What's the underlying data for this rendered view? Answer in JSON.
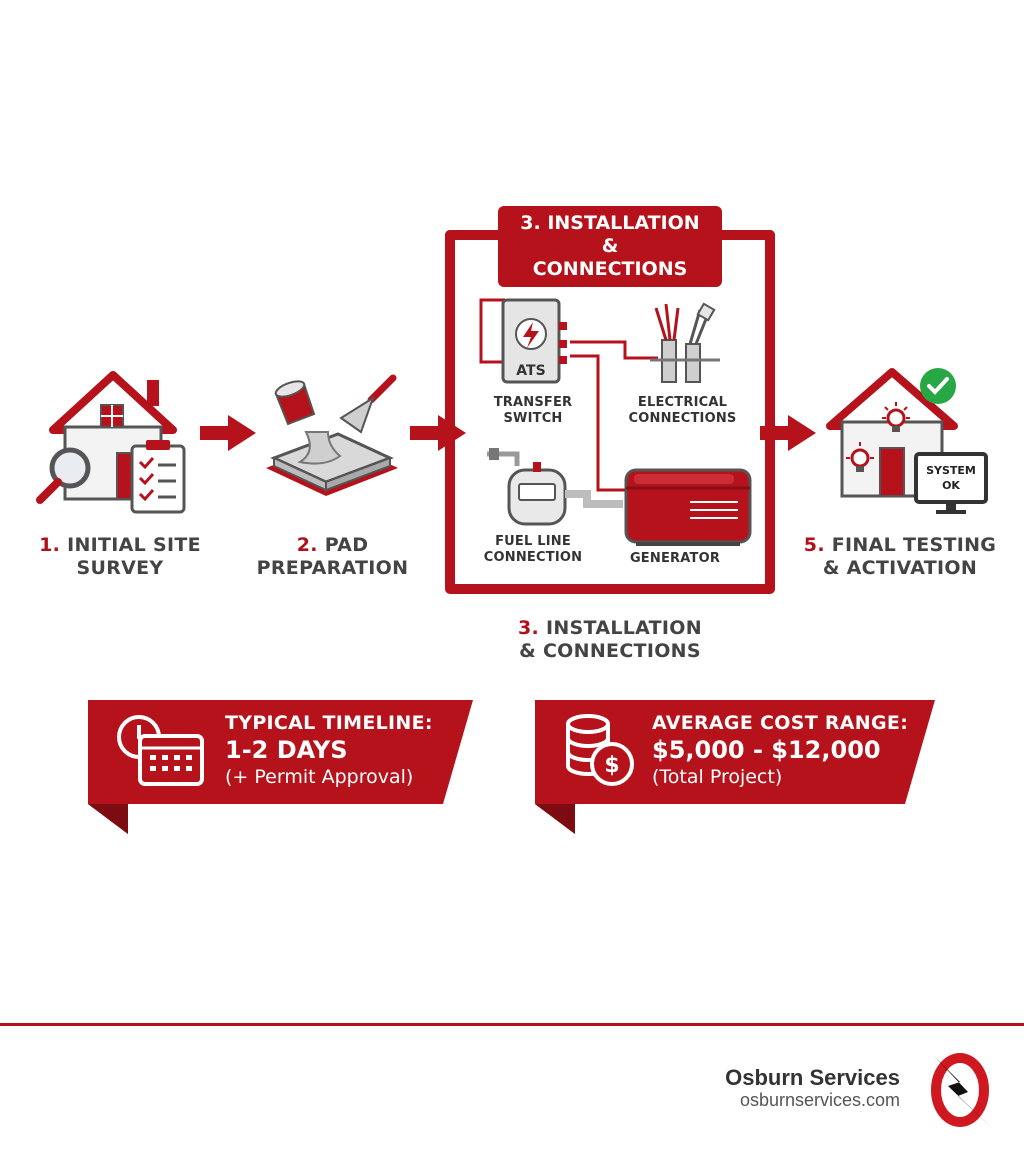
{
  "steps": [
    {
      "num": "1.",
      "line1": "INITIAL SITE",
      "line2": "SURVEY"
    },
    {
      "num": "2.",
      "line1": "PAD",
      "line2": "PREPARATION"
    },
    {
      "num": "3.",
      "line1": "INSTALLATION",
      "line2": "& CONNECTIONS"
    },
    {
      "num": "5.",
      "line1": "FINAL TESTING",
      "line2": "& ACTIVATION"
    }
  ],
  "installation_box": {
    "title_line1": "3. INSTALLATION &",
    "title_line2": "CONNECTIONS",
    "ats_label": "ATS",
    "transfer_switch": {
      "line1": "TRANSFER",
      "line2": "SWITCH"
    },
    "electrical": {
      "line1": "ELECTRICAL",
      "line2": "CONNECTIONS"
    },
    "fuel_line": {
      "line1": "FUEL LINE",
      "line2": "CONNECTION"
    },
    "generator": "GENERATOR"
  },
  "monitor": {
    "line1": "SYSTEM",
    "line2": "OK"
  },
  "timeline": {
    "title": "TYPICAL TIMELINE:",
    "value": "1-2 DAYS",
    "note": "(+ Permit Approval)"
  },
  "cost": {
    "title": "AVERAGE COST RANGE:",
    "value": "$5,000 - $12,000",
    "note": "(Total Project)"
  },
  "brand": {
    "name": "Osburn Services",
    "url": "osburnservices.com"
  },
  "colors": {
    "accent": "#b5121b",
    "text": "#444444",
    "check": "#27a844"
  },
  "icons": [
    "house-icon",
    "magnifier-icon",
    "clipboard-icon",
    "paint-bucket-icon",
    "trowel-icon",
    "concrete-pad-icon",
    "ats-panel-icon",
    "cables-icon",
    "gas-meter-icon",
    "generator-icon",
    "lightbulb-icon",
    "checkmark-icon",
    "monitor-icon",
    "clock-icon",
    "calendar-icon",
    "coins-icon",
    "dollar-icon",
    "osburn-logo-icon"
  ]
}
